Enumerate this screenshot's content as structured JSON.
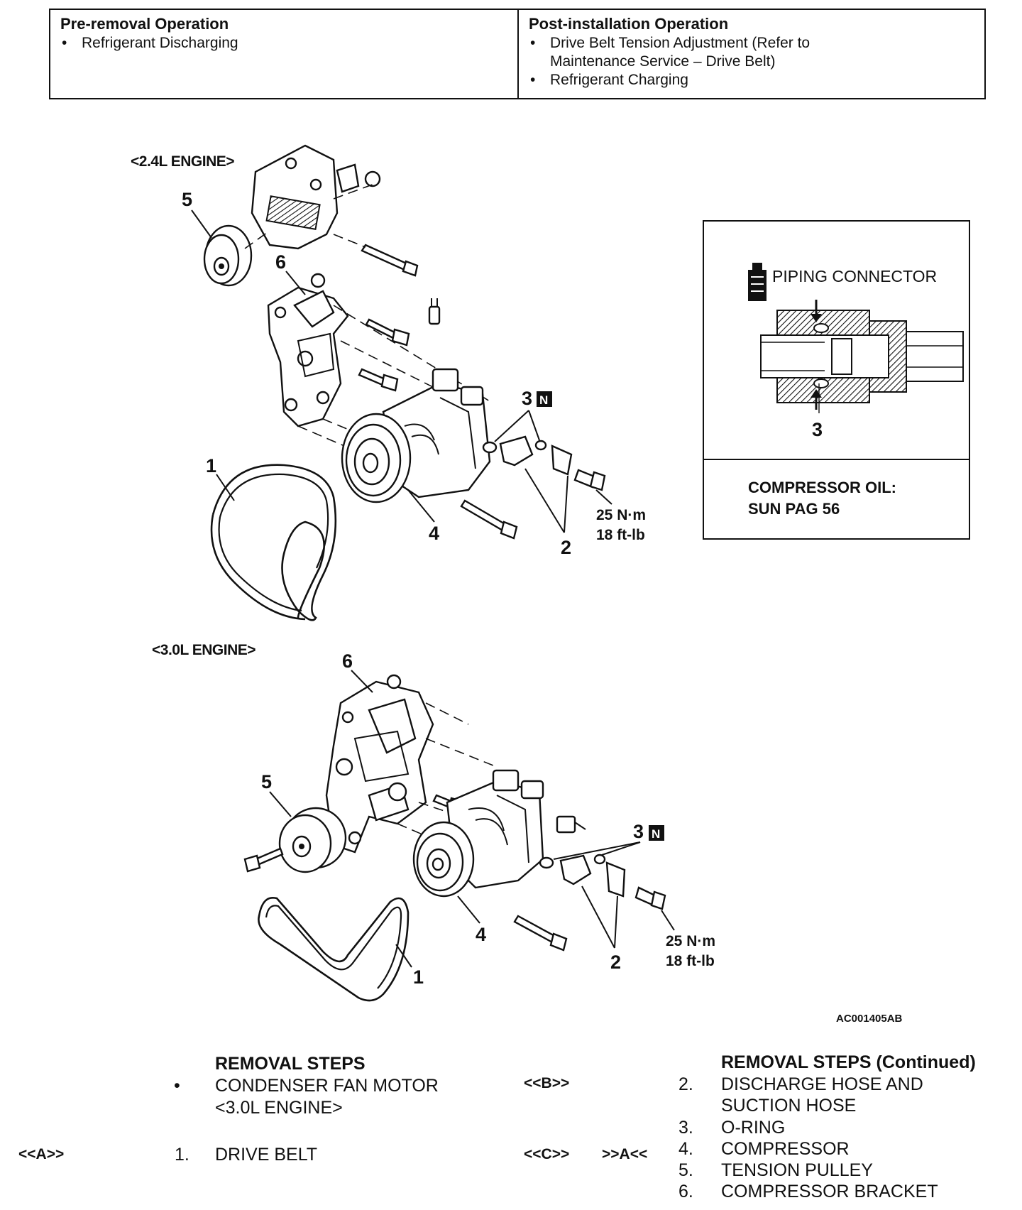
{
  "operations": {
    "pre_removal": {
      "title": "Pre-removal Operation",
      "items": [
        "Refrigerant Discharging"
      ]
    },
    "post_installation": {
      "title": "Post-installation Operation",
      "items": [
        "Drive Belt Tension Adjustment (Refer to",
        "Maintenance Service – Drive Belt)",
        "Refrigerant Charging"
      ]
    }
  },
  "diagram": {
    "engine_24": "<2.4L ENGINE>",
    "engine_30": "<3.0L ENGINE>",
    "callouts": [
      "1",
      "2",
      "3",
      "4",
      "5",
      "6"
    ],
    "new_part_mark": "N",
    "torque_top": [
      "25 N·m",
      "18 ft-lb"
    ],
    "torque_bottom": [
      "25 N·m",
      "18 ft-lb"
    ],
    "figure_code": "AC001405AB"
  },
  "inset": {
    "piping_connector": "PIPING CONNECTOR",
    "callout": "3",
    "oil_line1": "COMPRESSOR OIL:",
    "oil_line2": "SUN PAG 56"
  },
  "removal_steps": {
    "title": "REMOVAL STEPS",
    "bullet": "•",
    "fan_motor_line1": "CONDENSER FAN MOTOR",
    "fan_motor_line2": "<3.0L ENGINE>",
    "step1_ref": "<<A>>",
    "step1_num": "1.",
    "step1_label": "DRIVE BELT"
  },
  "removal_steps_continued": {
    "title": "REMOVAL STEPS (Continued)",
    "ref_b": "<<B>>",
    "ref_c": "<<C>>",
    "ref_a_install": ">>A<<",
    "steps": [
      {
        "num": "2.",
        "label": "DISCHARGE HOSE AND"
      },
      {
        "num": "",
        "label": "SUCTION HOSE"
      },
      {
        "num": "3.",
        "label": "O-RING"
      },
      {
        "num": "4.",
        "label": "COMPRESSOR"
      },
      {
        "num": "5.",
        "label": "TENSION PULLEY"
      },
      {
        "num": "6.",
        "label": "COMPRESSOR BRACKET"
      }
    ]
  }
}
